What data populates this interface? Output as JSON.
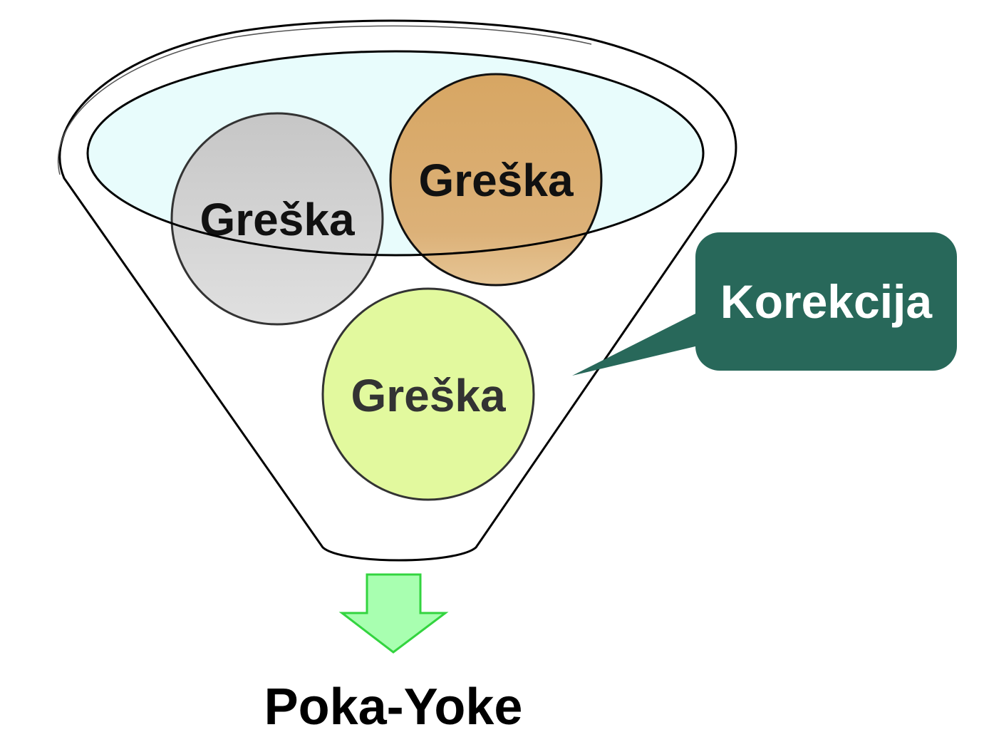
{
  "funnel": {
    "items": [
      {
        "label": "Greška",
        "fill": "#d3d3d3"
      },
      {
        "label": "Greška",
        "fill": "#d9a866"
      },
      {
        "label": "Greška",
        "fill": "#e2f99e"
      }
    ],
    "inner_fill": "#e8fcfc"
  },
  "callout": {
    "label": "Korekcija",
    "fill": "#28685a"
  },
  "arrow": {
    "fill": "#a8ffb0",
    "stroke": "#33d43f"
  },
  "output": {
    "label": "Poka-Yoke"
  }
}
